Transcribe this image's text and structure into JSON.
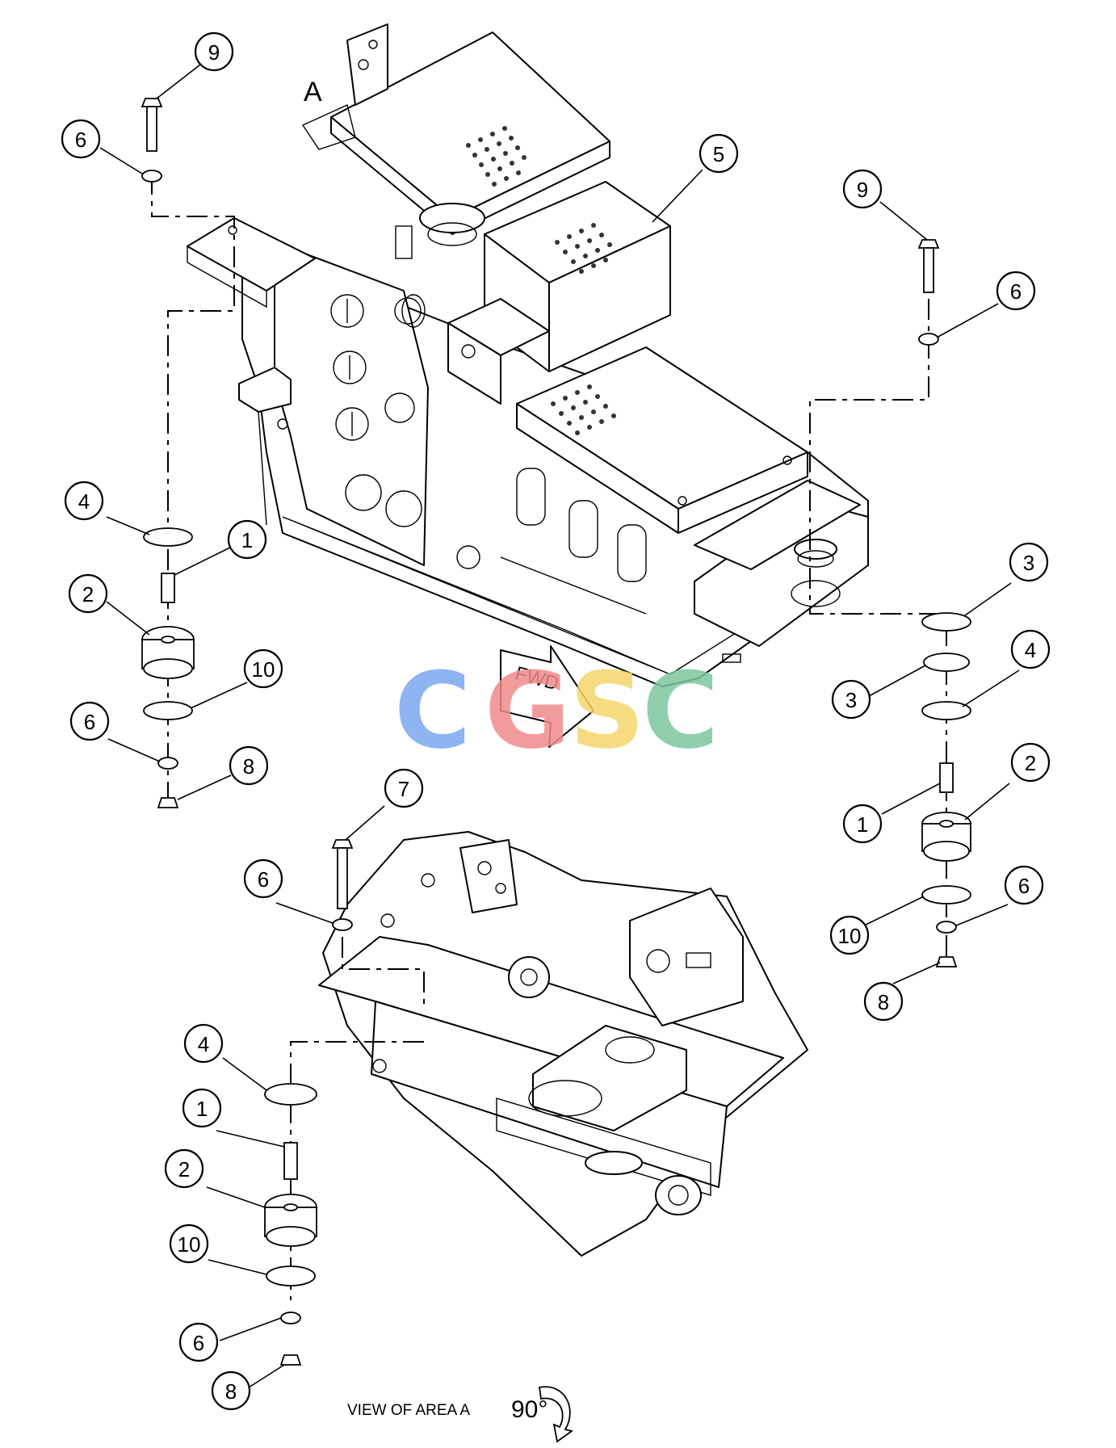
{
  "labels": {
    "area_marker": "A",
    "fwd": "FWD",
    "view_caption": "VIEW OF AREA A",
    "rotation": "90°"
  },
  "watermark": {
    "letters": [
      "C",
      "G",
      "S",
      "C"
    ],
    "colors": [
      "#7ba7f0",
      "#f08a8a",
      "#f5d56b",
      "#7cc79e"
    ]
  },
  "callouts": [
    {
      "id": "c-9-top-left",
      "text": "9"
    },
    {
      "id": "c-6-top-left",
      "text": "6"
    },
    {
      "id": "c-5",
      "text": "5"
    },
    {
      "id": "c-9-right",
      "text": "9"
    },
    {
      "id": "c-6-right",
      "text": "6"
    },
    {
      "id": "c-4-left",
      "text": "4"
    },
    {
      "id": "c-1-left",
      "text": "1"
    },
    {
      "id": "c-2-left",
      "text": "2"
    },
    {
      "id": "c-10-left",
      "text": "10"
    },
    {
      "id": "c-6-left-low",
      "text": "6"
    },
    {
      "id": "c-8-left",
      "text": "8"
    },
    {
      "id": "c-3-right-a",
      "text": "3"
    },
    {
      "id": "c-4-right",
      "text": "4"
    },
    {
      "id": "c-3-right-b",
      "text": "3"
    },
    {
      "id": "c-2-right",
      "text": "2"
    },
    {
      "id": "c-1-right",
      "text": "1"
    },
    {
      "id": "c-6-right-low",
      "text": "6"
    },
    {
      "id": "c-10-right",
      "text": "10"
    },
    {
      "id": "c-8-right",
      "text": "8"
    },
    {
      "id": "c-7",
      "text": "7"
    },
    {
      "id": "c-6-mid",
      "text": "6"
    },
    {
      "id": "c-4-bottom",
      "text": "4"
    },
    {
      "id": "c-1-bottom",
      "text": "1"
    },
    {
      "id": "c-2-bottom",
      "text": "2"
    },
    {
      "id": "c-10-bottom",
      "text": "10"
    },
    {
      "id": "c-6-bottom",
      "text": "6"
    },
    {
      "id": "c-8-bottom",
      "text": "8"
    }
  ]
}
